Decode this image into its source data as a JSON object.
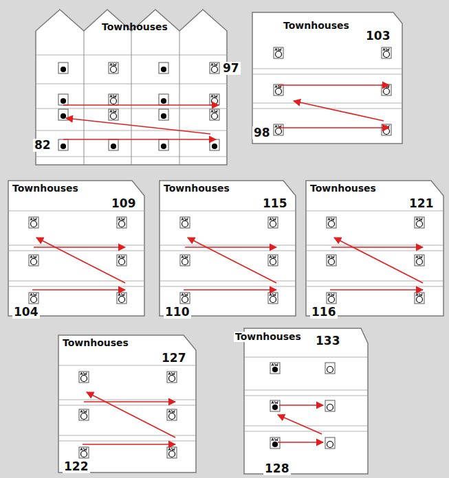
{
  "diagram": {
    "nodes": [
      {
        "text": [
          "Townhouses",
          "97",
          "82"
        ]
      },
      {
        "text": [
          "Townhouses",
          "103",
          "98"
        ]
      },
      {
        "text": [
          "Townhouses",
          "109",
          "104"
        ]
      },
      {
        "text": [
          "Townhouses",
          "115",
          "110"
        ]
      },
      {
        "text": [
          "Townhouses",
          "121",
          "116"
        ]
      },
      {
        "text": [
          "Townhouses",
          "127",
          "122"
        ]
      },
      {
        "text": [
          "Townhouses",
          "133",
          "128"
        ]
      }
    ]
  }
}
